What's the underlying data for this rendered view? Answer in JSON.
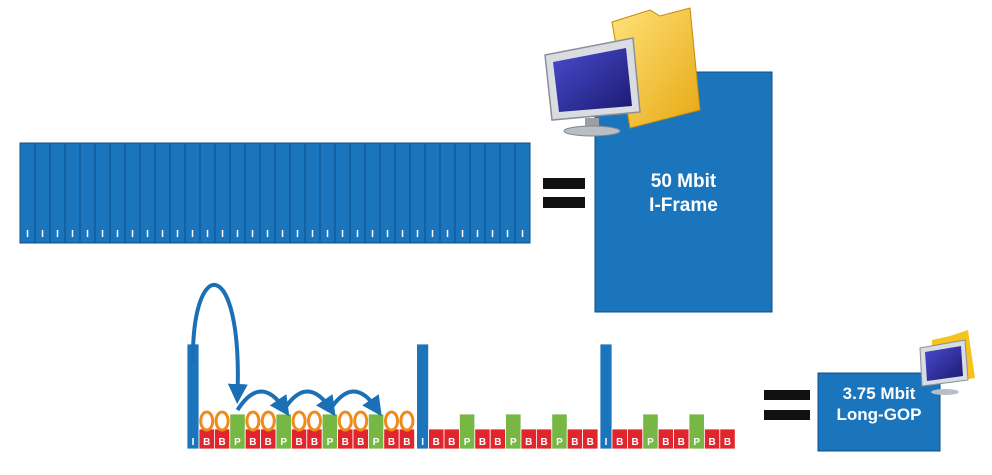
{
  "colors": {
    "frame_blue": "#1b75bc",
    "frame_outline": "#0d4f8a",
    "b_frame_red": "#e0262c",
    "p_frame_green": "#76b843",
    "arc_orange": "#f08a1c",
    "arrow_blue": "#1b6fb5",
    "equals_black": "#111111",
    "monitor_screen": "#2a2a8c",
    "folder_yellow": "#f6c21c"
  },
  "iframe_strip": {
    "frame_label": "I",
    "frame_count": 34
  },
  "big_box": {
    "line1": "50 Mbit",
    "line2": "I-Frame"
  },
  "small_box": {
    "line1": "3.75 Mbit",
    "line2": "Long-GOP"
  },
  "gop": {
    "i_label": "I",
    "b_label": "B",
    "p_label": "P",
    "groups": [
      {
        "pattern": "IBBPBBPBBPBBPBB",
        "references": true
      },
      {
        "pattern": "IBBPBBPBBPBB",
        "references": false
      },
      {
        "pattern": "IBBPBBPBB",
        "references": false
      }
    ]
  },
  "icons": [
    "monitor-icon",
    "folder-icon",
    "equals-icon"
  ]
}
